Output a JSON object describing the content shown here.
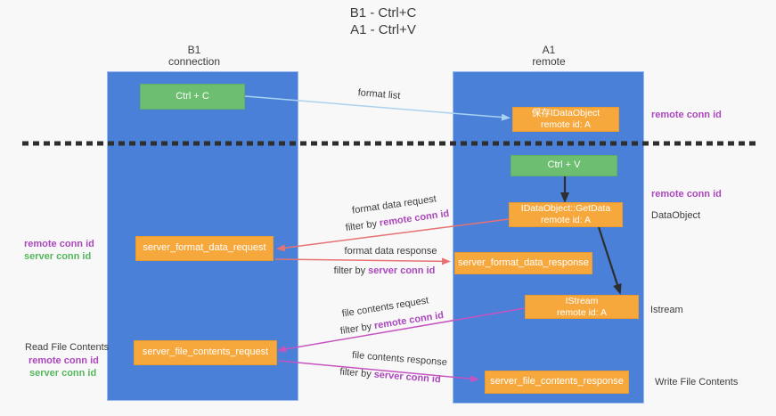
{
  "title": {
    "line1": "B1 - Ctrl+C",
    "line2": "A1 - Ctrl+V"
  },
  "lanes": {
    "left": {
      "header_line1": "B1",
      "header_line2": "connection"
    },
    "right": {
      "header_line1": "A1",
      "header_line2": "remote"
    }
  },
  "boxes": {
    "ctrl_c": "Ctrl + C",
    "ctrl_v": "Ctrl + V",
    "save_idataobject": {
      "line1": "保存IDataObject",
      "line2": "remote id: A"
    },
    "getdata": {
      "line1": "IDataObject::GetData",
      "line2": "remote id: A"
    },
    "istream": {
      "line1": "IStream",
      "line2": "remote id: A"
    },
    "server_format_data_request": "server_format_data_request",
    "server_format_data_response": "server_format_data_response",
    "server_file_contents_request": "server_file_contents_request",
    "server_file_contents_response": "server_file_contents_response"
  },
  "arrow_labels": {
    "format_list": "format list",
    "format_data_request": "format data request",
    "filter_request_1": {
      "prefix": "filter by",
      "term": "remote conn id"
    },
    "format_data_response": "format data response",
    "filter_response_1": {
      "prefix": "filter by",
      "term": "server conn id"
    },
    "file_contents_request": "file contents request",
    "filter_request_2": {
      "prefix": "filter by",
      "term": "remote conn id"
    },
    "file_contents_response": "file contents response",
    "filter_response_2": {
      "prefix": "filter by",
      "term": "server conn id"
    }
  },
  "side_labels": {
    "right_remote_conn_id_1": "remote conn id",
    "right_remote_conn_id_2": "remote conn id",
    "dataobject": "DataObject",
    "istream": "Istream",
    "write_file_contents": "Write File Contents",
    "left_remote_conn_id_1": "remote conn id",
    "left_server_conn_id_1": "server conn id",
    "read_file_contents": "Read File Contents",
    "left_remote_conn_id_2": "remote conn id",
    "left_server_conn_id_2": "server conn id"
  },
  "colors": {
    "canvas_bg": "#f8f8f8",
    "lane_blue": "#4a80d8",
    "box_green": "#6dbe70",
    "box_green_border": "#5fb065",
    "box_orange": "#f7a83d",
    "box_orange_border": "#eb9a2e",
    "text_dark": "#3c3c3c",
    "purple": "#ab47bc",
    "green_label": "#54b75c",
    "arrow_red": "#e57373",
    "arrow_magenta": "#c653c1",
    "arrow_blue": "#a9d2f0",
    "arrow_black": "#2e2e2e"
  }
}
